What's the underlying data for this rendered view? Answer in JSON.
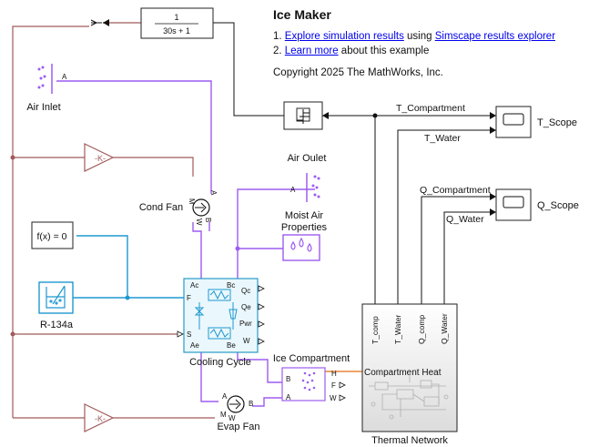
{
  "header": {
    "title": "Ice Maker",
    "line1": {
      "prefix": "1. ",
      "link1": "Explore simulation results",
      "middle": " using ",
      "link2": "Simscape results explorer"
    },
    "line2": {
      "prefix": "2. ",
      "link": "Learn more",
      "suffix": " about this example"
    },
    "copyright": "Copyright 2025 The MathWorks, Inc."
  },
  "blocks": {
    "air_inlet": "Air Inlet",
    "cond_fan": "Cond Fan",
    "air_outlet": "Air Oulet",
    "moist_air_line1": "Moist Air",
    "moist_air_line2": "Properties",
    "solver": "f(x) = 0",
    "refrigerant": "R-134a",
    "cooling_cycle": "Cooling Cycle",
    "ice_compartment": "Ice Compartment",
    "evap_fan": "Evap Fan",
    "thermal_network": "Thermal Network",
    "t_scope": "T_Scope",
    "q_scope": "Q_Scope",
    "gain": "-K-",
    "tf_num": "1",
    "tf_den": "30s + 1"
  },
  "signals": {
    "t_compartment": "T_Compartment",
    "t_water": "T_Water",
    "q_compartment": "Q_Compartment",
    "q_water": "Q_Water",
    "compartment_heat": "Compartment Heat"
  },
  "ports": {
    "a": "A",
    "b": "B",
    "m": "M",
    "w": "W",
    "f": "F",
    "s": "S",
    "h": "H",
    "ac": "Ac",
    "ae": "Ae",
    "bc": "Bc",
    "be": "Be",
    "qc": "Qc",
    "qe": "Qe",
    "pwr": "Pwr"
  },
  "thermal_ports": {
    "t_comp": "T_comp",
    "t_water": "T_Water",
    "q_comp": "Q_comp",
    "q_water": "Q_Water"
  },
  "colors": {
    "moist_air_line": "#9d5cf0",
    "thermal_liquid_line": "#1e98d0",
    "signal_line": "#a25a5a",
    "heat_line": "#e8843a",
    "block_border": "#222222",
    "cooling_cycle_border": "#2a9bc8",
    "cooling_cycle_fill": "#eaf7fc"
  }
}
